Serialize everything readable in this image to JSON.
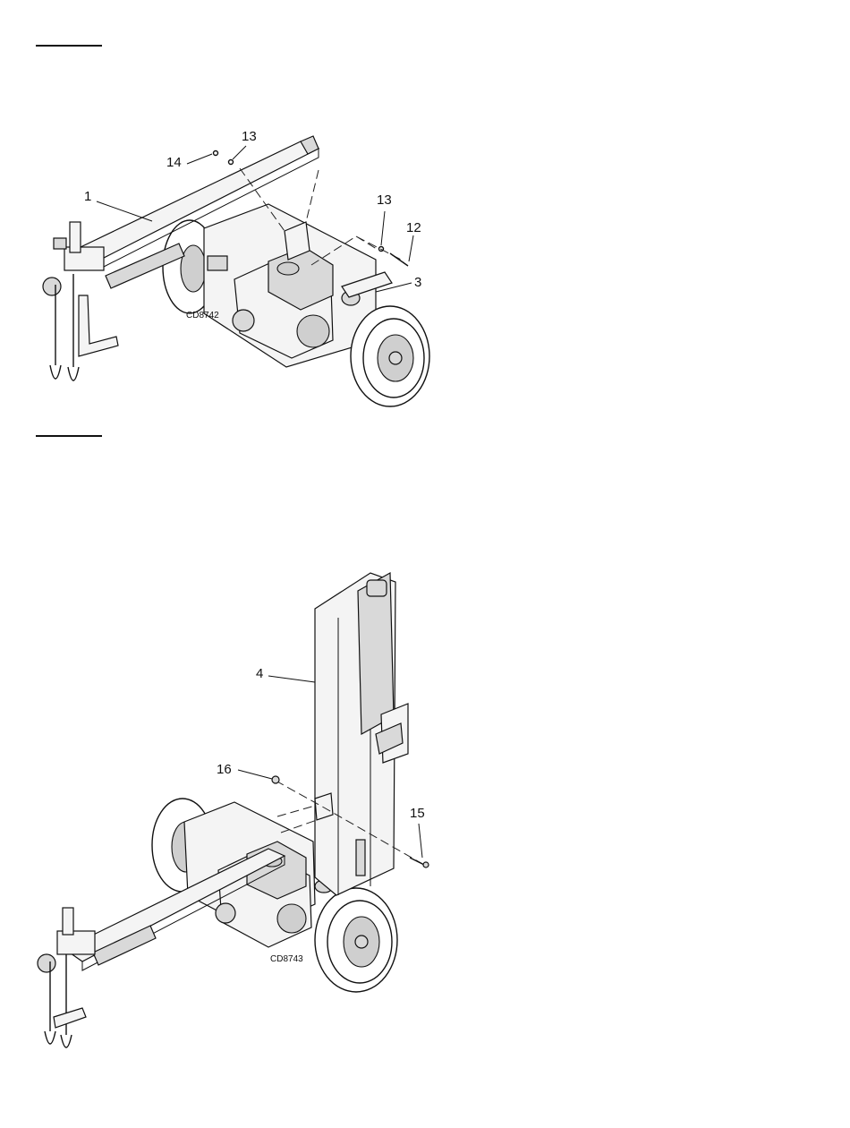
{
  "figure_1": {
    "code": "CD8742",
    "callouts": {
      "c1": "1",
      "c3": "3",
      "c12": "12",
      "c13a": "13",
      "c13b": "13",
      "c14": "14"
    }
  },
  "figure_2": {
    "code": "CD8743",
    "callouts": {
      "c4": "4",
      "c15": "15",
      "c16": "16"
    }
  }
}
